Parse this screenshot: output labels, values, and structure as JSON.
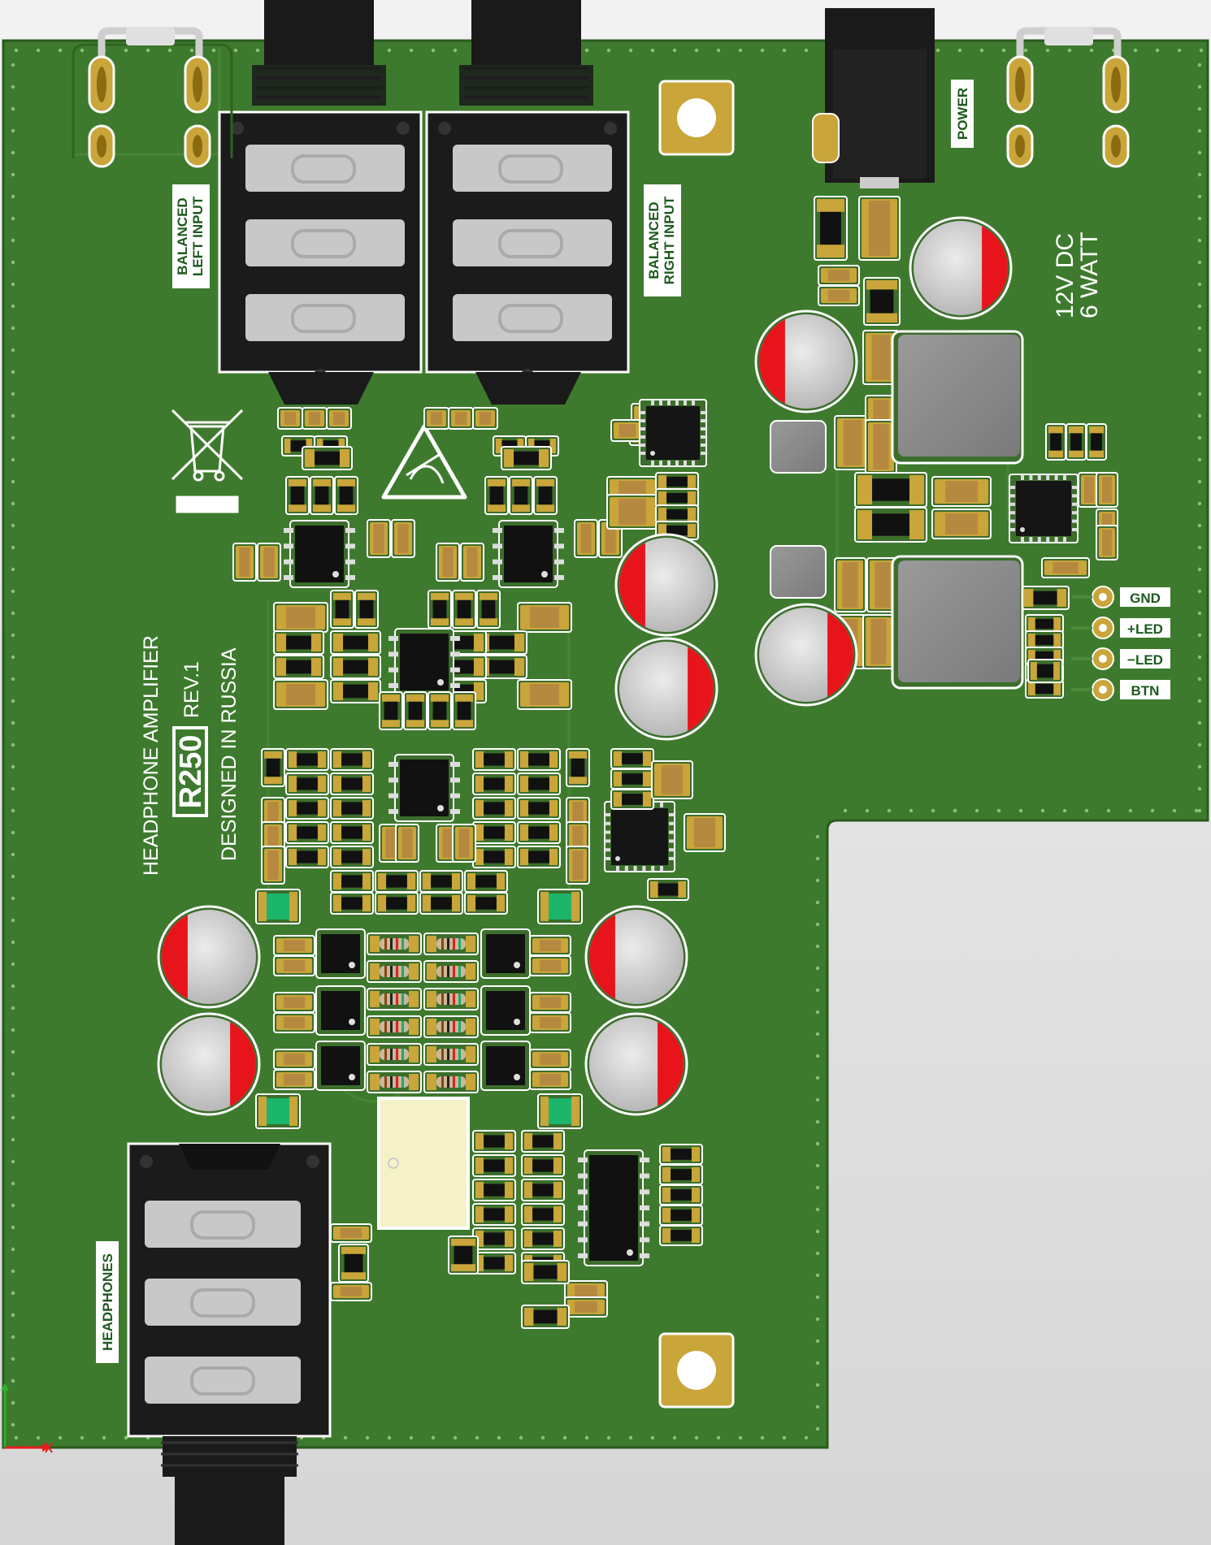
{
  "board": {
    "colors": {
      "solder_mask": "#3e7a2e",
      "solder_mask_dark": "#2f6323",
      "silkscreen": "#ffffff",
      "pad_gold": "#c9a53a",
      "pad_gold_dark": "#8a6b12",
      "capacitor_body": "#cfcfcf",
      "capacitor_stripe": "#e8141c",
      "ic_body": "#111111",
      "inductor_body": "#8e8e8e",
      "relay_body": "#f5f2c8",
      "led_green": "#1bb56b",
      "jack_body": "#1a1a1a",
      "jack_contact": "#c8c8c8"
    }
  },
  "labels": {
    "left_input": [
      "BALANCED",
      "LEFT INPUT"
    ],
    "right_input": [
      "BALANCED",
      "RIGHT INPUT"
    ],
    "power": "POWER",
    "power_rating": [
      "12V DC",
      "6 WATT"
    ],
    "headphones": "HEADPHONES",
    "product": "HEADPHONE AMPLIFIER",
    "model": "R250",
    "revision": "REV.1",
    "origin": "DESIGNED IN RUSSIA"
  },
  "connector_pins": [
    "GND",
    "+LED",
    "−LED",
    "BTN"
  ],
  "icons": {
    "weee": "weee-bin-icon",
    "esd": "esd-warning-icon",
    "axes": "origin-axes-icon"
  }
}
